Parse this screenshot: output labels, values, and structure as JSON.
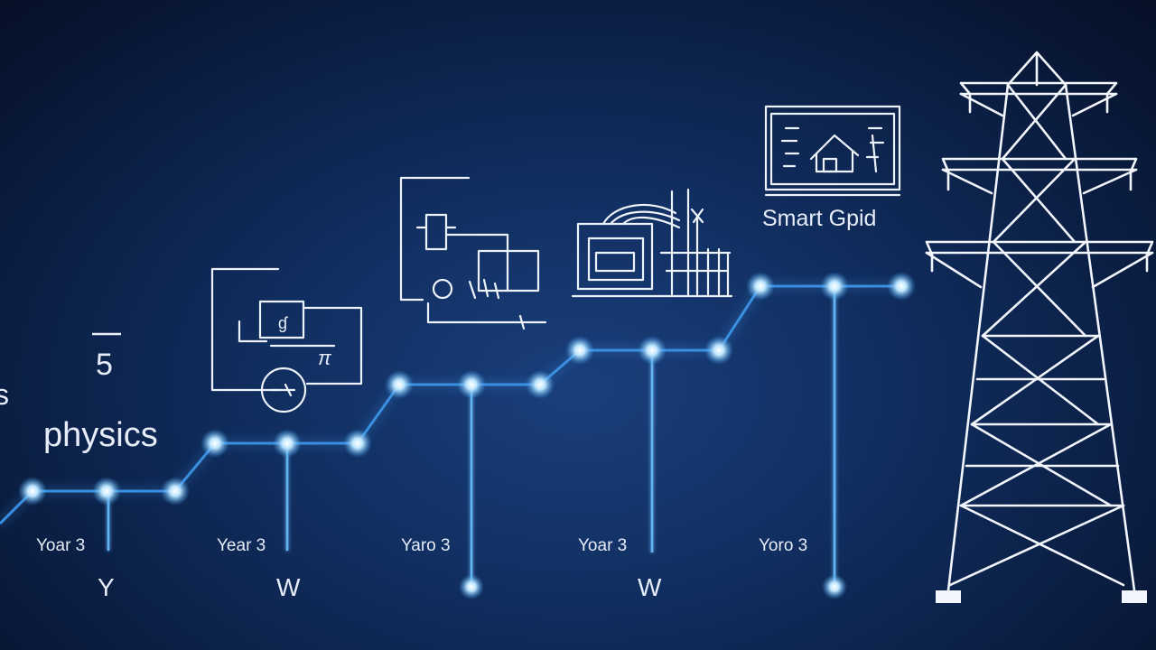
{
  "labels": {
    "left_fragment": "s",
    "fraction_mark": "5",
    "physics": "physics",
    "smart_grid": "Smart Gpid",
    "icon_glyph_1": "ɠ",
    "icon_glyph_2": "π"
  },
  "timeline": [
    {
      "year_label": "Yoar 3",
      "bottom_mark": "Y"
    },
    {
      "year_label": "Year 3",
      "bottom_mark": "W"
    },
    {
      "year_label": "Yaro 3",
      "bottom_mark": ""
    },
    {
      "year_label": "Yoar 3",
      "bottom_mark": "W"
    },
    {
      "year_label": "Yoro 3",
      "bottom_mark": ""
    }
  ],
  "colors": {
    "background": "#0b1f44",
    "glow": "#7fd0ff",
    "line": "#3a8fe0",
    "ink": "#eef3fb"
  },
  "icons": [
    "circuit-schematic-icon",
    "relay-diagram-icon",
    "generator-panel-icon",
    "monitor-house-icon",
    "transmission-tower-icon"
  ]
}
